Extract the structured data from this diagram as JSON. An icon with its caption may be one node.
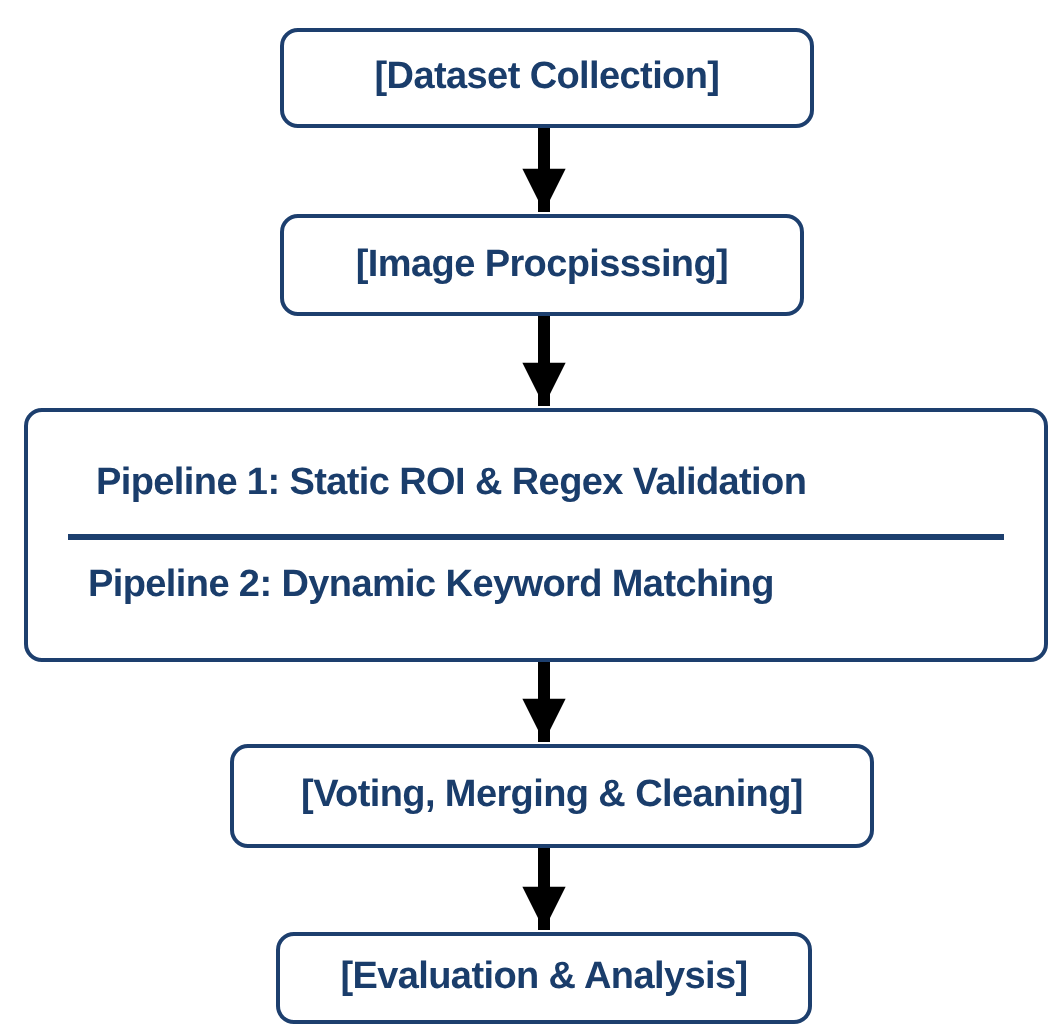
{
  "diagram": {
    "nodes": [
      {
        "text": [
          "[Dataset Collection]"
        ]
      },
      {
        "text": [
          "[Image Procpisssing]"
        ]
      },
      {
        "text": [
          "Pipeline 1: Static ROI & Regex Validation",
          "Pipeline 2: Dynamic Keyword Matching"
        ]
      },
      {
        "text": [
          "[Voting, Merging & Cleaning]"
        ]
      },
      {
        "text": [
          "[Evaluation & Analysis]"
        ]
      }
    ],
    "edges": [
      {
        "from": 0,
        "to": 1,
        "arrow": "to"
      },
      {
        "from": 1,
        "to": 2,
        "arrow": "to"
      },
      {
        "from": 2,
        "to": 3,
        "arrow": "to"
      },
      {
        "from": 3,
        "to": 4,
        "arrow": "to"
      }
    ]
  }
}
